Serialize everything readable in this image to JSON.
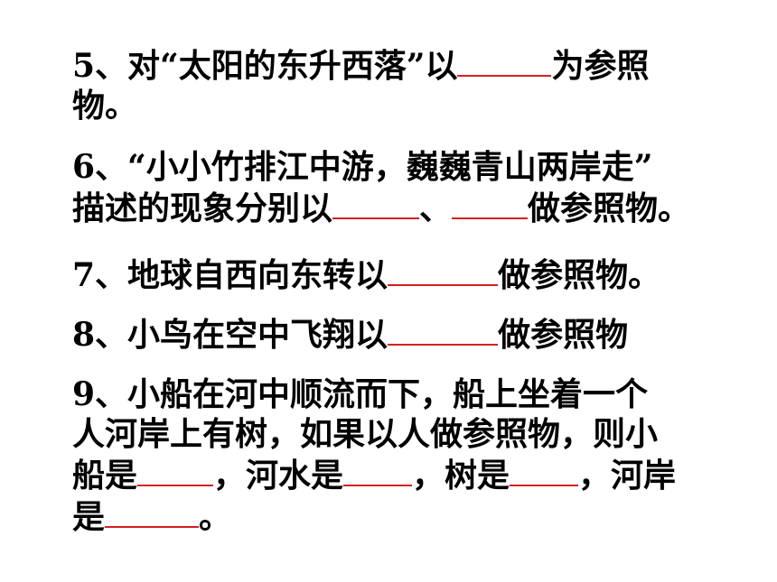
{
  "slide": {
    "accent_color": "#d42020",
    "questions": [
      {
        "lines": [
          {
            "pre": "5、对“太阳的东升西落”以",
            "post": "为参照"
          },
          {
            "text": "物。"
          }
        ]
      },
      {
        "lines": [
          {
            "text": "6、“小小竹排江中游，巍巍青山两岸走”"
          },
          {
            "pre": "描述的现象分别以",
            "mid": "、",
            "post": "做参照物。"
          }
        ]
      },
      {
        "lines": [
          {
            "pre": "7、地球自西向东转以",
            "post": "做参照物。"
          }
        ]
      },
      {
        "lines": [
          {
            "pre": "8、小鸟在空中飞翔以",
            "post": "做参照物"
          }
        ]
      },
      {
        "lines": [
          {
            "text": "9、小船在河中顺流而下，船上坐着一个"
          },
          {
            "text": "人河岸上有树，如果以人做参照物，则小"
          },
          {
            "pre": "船是",
            "mid1": "，河水是",
            "mid2": "，树是",
            "post": "，河岸"
          },
          {
            "pre": "是",
            "post": "。"
          }
        ]
      }
    ]
  }
}
